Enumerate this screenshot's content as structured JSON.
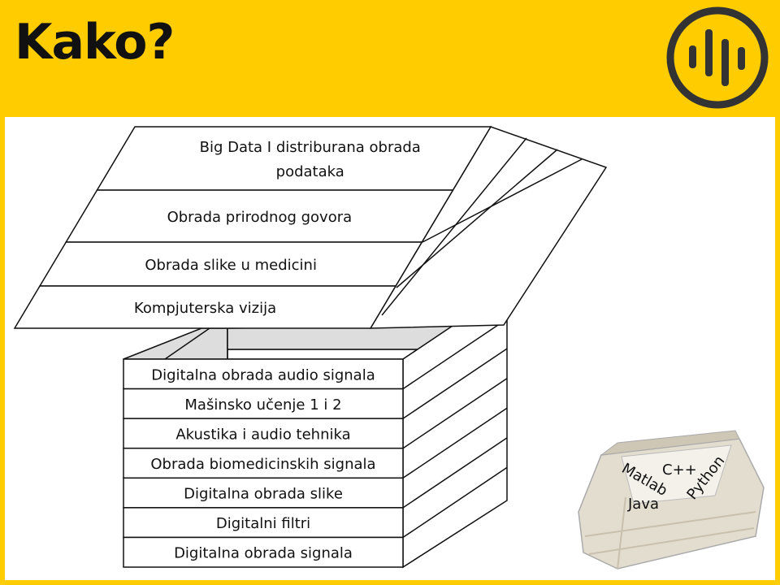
{
  "slide": {
    "title": "Kako?"
  },
  "lid": {
    "layers": [
      {
        "lines": [
          "Big Data I distriburana obrada",
          "podataka"
        ]
      },
      {
        "lines": [
          "Obrada prirodnog govora"
        ]
      },
      {
        "lines": [
          "Obrada slike u medicini"
        ]
      },
      {
        "lines": [
          "Kompjuterska vizija"
        ]
      }
    ]
  },
  "box": {
    "layers": [
      "Digitalna obrada audio signala",
      "Mašinsko učenje 1 i 2",
      "Akustika i audio tehnika",
      "Obrada biomedicinskih signala",
      "Digitalna obrada slike",
      "Digitalni filtri",
      "Digitalna obrada signala"
    ]
  },
  "toolbox": {
    "languages": [
      "C++",
      "Matlab",
      "Python",
      "Java"
    ]
  },
  "colors": {
    "accent": "#ffcc00",
    "logo": "#333333"
  }
}
